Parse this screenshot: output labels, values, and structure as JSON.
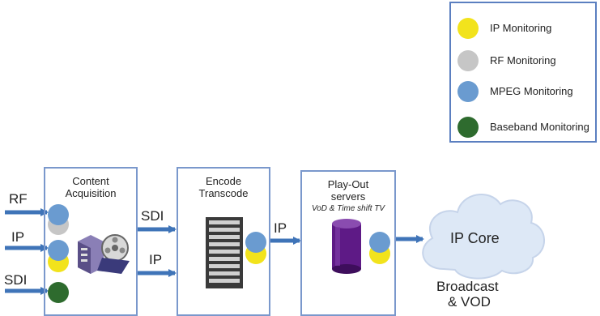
{
  "legend": {
    "items": [
      {
        "label": "IP Monitoring",
        "color": "#f2e31c"
      },
      {
        "label": "RF Monitoring",
        "color": "#c6c6c6"
      },
      {
        "label": "MPEG Monitoring",
        "color": "#6a9bd0"
      },
      {
        "label": "Baseband Monitoring",
        "color": "#2e6b2e"
      }
    ]
  },
  "inputs": {
    "rf": "RF",
    "ip": "IP",
    "sdi": "SDI"
  },
  "acquisition": {
    "title_line1": "Content",
    "title_line2": "Acquisition"
  },
  "links": {
    "sdi": "SDI",
    "ip_lower": "IP",
    "ip_mid": "IP"
  },
  "encode": {
    "title_line1": "Encode",
    "title_line2": "Transcode"
  },
  "playout": {
    "title_line1": "Play-Out",
    "title_line2": "servers",
    "subtitle": "VoD & Time shift TV"
  },
  "cloud": {
    "label": "IP Core"
  },
  "footer": {
    "line1": "Broadcast",
    "line2": "& VOD"
  },
  "colors": {
    "arrow": "#3f74b8",
    "box_border": "#7a98cc",
    "cloud_fill": "#dde8f6",
    "server_purple": "#5e1a86"
  }
}
